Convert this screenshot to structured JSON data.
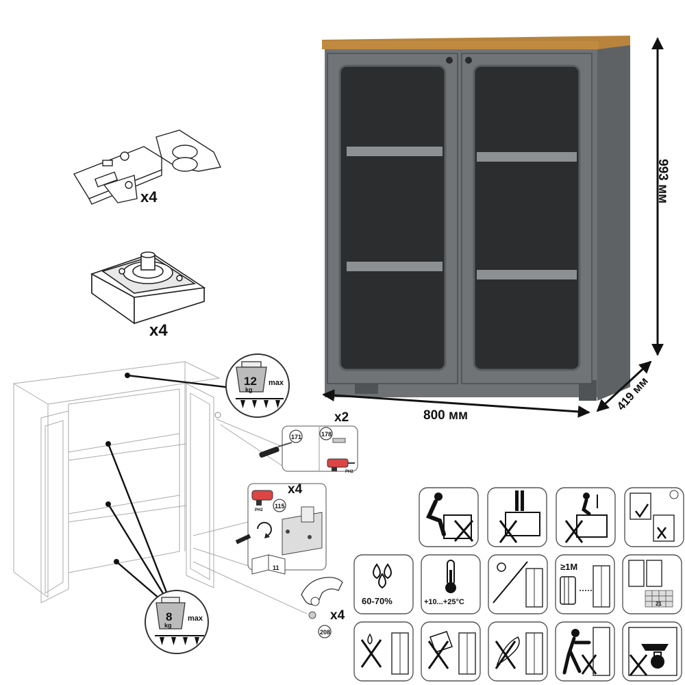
{
  "dimensions": {
    "width": "800 мм",
    "height": "993 мм",
    "depth": "419 мм"
  },
  "parts": {
    "hinge_qty": "x4",
    "leveler_qty": "x4"
  },
  "load_limits": {
    "top_value": "12",
    "top_unit": "kg",
    "top_suffix": "max",
    "shelf_value": "8",
    "shelf_unit": "kg",
    "shelf_suffix": "max"
  },
  "steps": {
    "wall_mount_qty": "x2",
    "ref_171": "171",
    "ref_178": "178",
    "drill_label_1": "PH2",
    "hinge_adjust_qty": "x4",
    "ref_115": "115",
    "drill_label_2": "PH2",
    "ref_11": "11",
    "cap_qty": "x4",
    "ref_208": "208"
  },
  "care_icons": {
    "humidity": "60-70%",
    "temperature": "+10...+25°C",
    "distance": "≥1M",
    "carton_number": "21"
  },
  "colors": {
    "body_grey": "#6e7275",
    "body_dark": "#55595c",
    "top_wood": "#b8843d",
    "interior": "#2b2d2f",
    "shelf": "#8c9093"
  }
}
